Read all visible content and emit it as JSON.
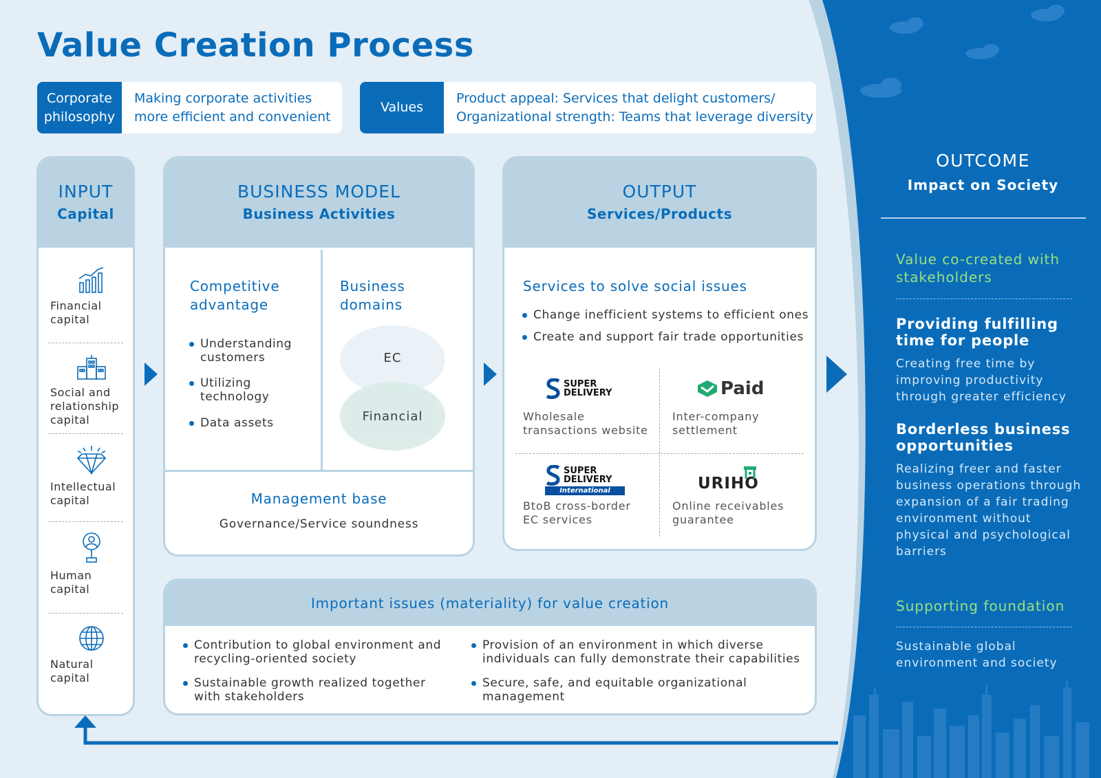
{
  "title": "Value Creation Process",
  "philosophy": {
    "tag_line1": "Corporate",
    "tag_line2": "philosophy",
    "text_line1": "Making corporate activities",
    "text_line2": "more efficient and convenient"
  },
  "values": {
    "tag": "Values",
    "text_line1": "Product appeal: Services that delight customers/",
    "text_line2": "Organizational strength: Teams that leverage diversity"
  },
  "input": {
    "heading": "INPUT",
    "subheading": "Capital",
    "capitals": [
      {
        "line1": "Financial",
        "line2": "capital",
        "line3": "",
        "icon": "chart-icon"
      },
      {
        "line1": "Social and",
        "line2": "relationship",
        "line3": "capital",
        "icon": "building-icon"
      },
      {
        "line1": "Intellectual",
        "line2": "capital",
        "line3": "",
        "icon": "diamond-icon"
      },
      {
        "line1": "Human",
        "line2": "capital",
        "line3": "",
        "icon": "person-icon"
      },
      {
        "line1": "Natural",
        "line2": "capital",
        "line3": "",
        "icon": "globe-icon"
      }
    ]
  },
  "business_model": {
    "heading": "BUSINESS MODEL",
    "subheading": "Business Activities",
    "competitive": {
      "title_line1": "Competitive",
      "title_line2": "advantage",
      "items": [
        {
          "line1": "Understanding",
          "line2": "customers"
        },
        {
          "line1": "Utilizing",
          "line2": "technology"
        },
        {
          "line1": "Data assets",
          "line2": ""
        }
      ]
    },
    "domains": {
      "title_line1": "Business",
      "title_line2": "domains",
      "ec": "EC",
      "financial": "Financial"
    },
    "management": {
      "title": "Management base",
      "text": "Governance/Service soundness"
    }
  },
  "output": {
    "heading": "OUTPUT",
    "subheading": "Services/Products",
    "services_title": "Services to solve social issues",
    "bullets": [
      "Change inefficient systems to efficient ones",
      "Create and support fair trade opportunities"
    ],
    "products": [
      {
        "logo_line1": "SUPER",
        "logo_line2": "DELIVERY",
        "desc_line1": "Wholesale",
        "desc_line2": "transactions website"
      },
      {
        "logo": "Paid",
        "desc_line1": "Inter-company",
        "desc_line2": "settlement"
      },
      {
        "logo_line1": "SUPER",
        "logo_line2": "DELIVERY",
        "logo_line3": "International",
        "desc_line1": "BtoB cross-border",
        "desc_line2": "EC services"
      },
      {
        "logo": "URIHO",
        "desc_line1": "Online receivables",
        "desc_line2": "guarantee"
      }
    ]
  },
  "materiality": {
    "title": "Important issues (materiality) for value creation",
    "items": [
      {
        "line1": "Contribution to global environment and",
        "line2": "recycling-oriented society"
      },
      {
        "line1": "Provision of an environment in which diverse",
        "line2": "individuals can fully demonstrate their capabilities"
      },
      {
        "line1": "Sustainable growth realized together",
        "line2": "with stakeholders"
      },
      {
        "line1": "Secure, safe, and equitable organizational management",
        "line2": ""
      }
    ]
  },
  "outcome": {
    "heading": "OUTCOME",
    "subheading": "Impact on Society",
    "cocreated_line1": "Value co-created with",
    "cocreated_line2": "stakeholders",
    "block1": {
      "title_line1": "Providing fulfilling",
      "title_line2": "time for people",
      "text": [
        "Creating free time by",
        "improving productivity",
        "through greater efficiency"
      ]
    },
    "block2": {
      "title_line1": "Borderless business",
      "title_line2": "opportunities",
      "text": [
        "Realizing freer and faster",
        "business operations through",
        "expansion of a fair trading",
        "environment without",
        "physical and psychological",
        "barriers"
      ]
    },
    "foundation": "Supporting foundation",
    "foundation_text_line1": "Sustainable global",
    "foundation_text_line2": "environment and society"
  },
  "colors": {
    "primary_blue": "#0a6cb9",
    "light_blue_bg": "#e4eef6",
    "header_blue": "#b9d3e3",
    "outcome_green": "#9be07d"
  }
}
